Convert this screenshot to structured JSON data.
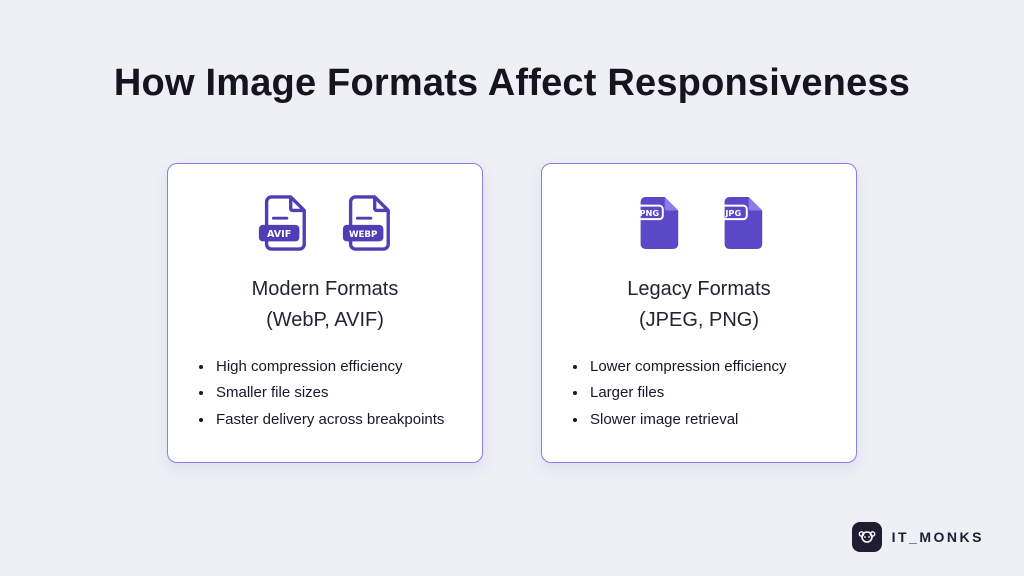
{
  "page": {
    "title": "How Image Formats Affect Responsiveness"
  },
  "colors": {
    "background": "#eef0f6",
    "accent_purple": "#5b48c7",
    "card_border": "#8d7ce8",
    "logo_background": "#201d33"
  },
  "cards": [
    {
      "title_line1": "Modern Formats",
      "title_line2": "(WebP, AVIF)",
      "icons": [
        {
          "label": "AVIF"
        },
        {
          "label": "WEBP"
        }
      ],
      "bullets": [
        "High compression efficiency",
        "Smaller file sizes",
        "Faster delivery across breakpoints"
      ]
    },
    {
      "title_line1": "Legacy Formats",
      "title_line2": "(JPEG, PNG)",
      "icons": [
        {
          "label": "PNG"
        },
        {
          "label": "JPG"
        }
      ],
      "bullets": [
        "Lower compression efficiency",
        "Larger files",
        "Slower image retrieval"
      ]
    }
  ],
  "footer": {
    "brand": "IT_MONKS"
  }
}
